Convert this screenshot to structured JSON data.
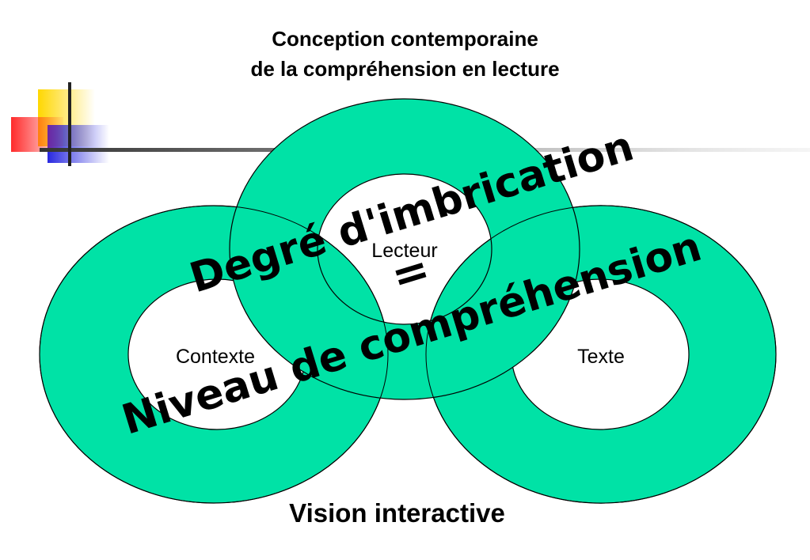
{
  "title": {
    "line1": "Conception contemporaine",
    "line2": "de la compréhension en lecture"
  },
  "rings": {
    "lecteur": "Lecteur",
    "contexte": "Contexte",
    "texte": "Texte"
  },
  "overlay": {
    "line1": "Degré d'imbrication",
    "equals": "=",
    "line2": "Niveau de compréhension"
  },
  "caption": "Vision interactive",
  "colors": {
    "ring_fill": "#00E2A6",
    "ring_stroke": "#000000",
    "deco_yellow": "#FFD700",
    "deco_red": "#FF2020",
    "deco_blue": "#2828E0",
    "deco_line": "#333333"
  }
}
